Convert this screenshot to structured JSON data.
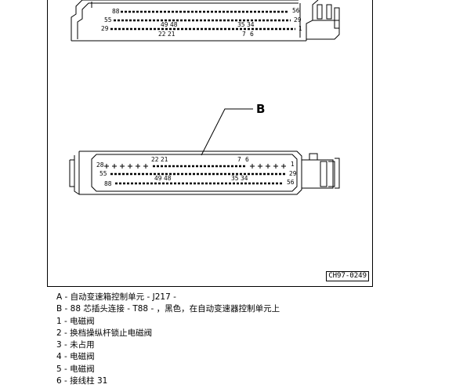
{
  "figure": {
    "code": "CH97-0249",
    "callout_b": "B",
    "connector_top": {
      "pins": {
        "p88": "88",
        "p56": "56",
        "p55": "55",
        "p29a": "29",
        "p29b": "29",
        "p1": "1",
        "p49": "49",
        "p48": "48",
        "p35": "35",
        "p34": "34",
        "p22": "22",
        "p21": "21",
        "p7": "7",
        "p6": "6"
      }
    },
    "connector_b": {
      "pins": {
        "p22": "22",
        "p21": "21",
        "p7": "7",
        "p6": "6",
        "p28": "28",
        "p1": "1",
        "p55": "55",
        "p29": "29",
        "p49": "49",
        "p48": "48",
        "p35": "35",
        "p34": "34",
        "p88": "88",
        "p56": "56"
      }
    }
  },
  "legend": [
    "A - 自动变速箱控制单元 -  J217  -",
    "B - 88 芯插头连接 -  T88  - ，黑色，在自动变速器控制单元上",
    " 1 - 电磁阀",
    " 2 - 换档操纵杆锁止电磁阀",
    " 3 - 未占用",
    "4  - 电磁阀",
    " 5 - 电磁阀",
    " 6 - 接线柱 31"
  ]
}
